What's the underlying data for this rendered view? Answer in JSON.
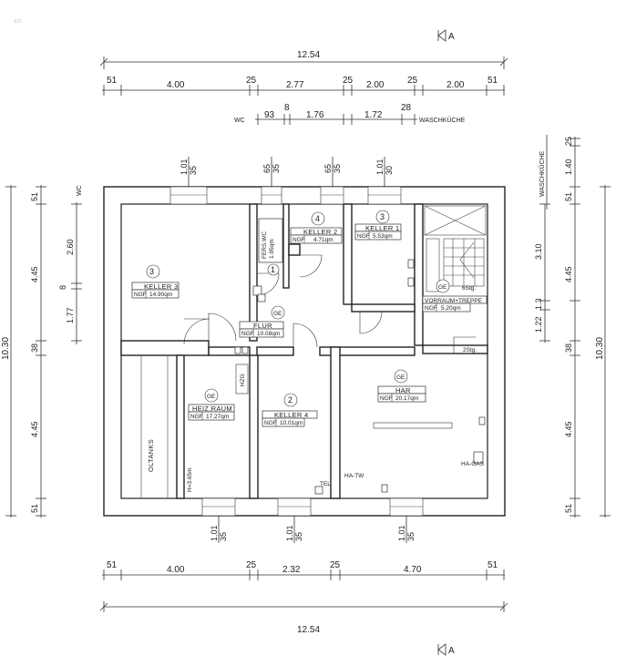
{
  "logo": "ETI",
  "section_mark": "A",
  "dims": {
    "top_total": "12.54",
    "top_row": [
      "51",
      "4.00",
      "25",
      "2.77",
      "25",
      "2.00",
      "25",
      "2.00",
      "51"
    ],
    "wc_row": {
      "wc": "WC",
      "a": "93",
      "b": "8",
      "c": "1.76",
      "d": "1.72",
      "e": "28",
      "wasch": "WASCHKÜCHE"
    },
    "bottom_row": [
      "51",
      "4.00",
      "25",
      "2.32",
      "25",
      "4.70",
      "51"
    ],
    "bottom_total": "12.54",
    "left_outer": "10.30",
    "left_inner": [
      "51",
      "4.45",
      "38",
      "4.45",
      "51"
    ],
    "left_wc": {
      "wc": "WC",
      "a": "2.60",
      "b": "8",
      "c": "1.77"
    },
    "right_outer": "10.30",
    "right_inner": [
      "25",
      "1.40",
      "51",
      "3.10",
      "1.3",
      "1.22",
      "4.45",
      "38",
      "4.45",
      "51"
    ],
    "right_wasch": "WASCHKÜCHE",
    "window_top": [
      [
        "1.01",
        "35"
      ],
      [
        "65",
        "35"
      ],
      [
        "65",
        "35"
      ],
      [
        "1.01",
        "30"
      ]
    ],
    "window_bottom": [
      [
        "1.01",
        "35"
      ],
      [
        "1.01",
        "35"
      ],
      [
        "1.01",
        "35"
      ]
    ]
  },
  "rooms": {
    "keller3": {
      "num": "3",
      "name": "KELLER 3",
      "ngf": "NGF",
      "area": "14.90qm"
    },
    "wc": {
      "num": "1",
      "name": "FERS.WC",
      "area": "1.95qm"
    },
    "keller2": {
      "num": "4",
      "name": "KELLER 2",
      "ngf": "NGF",
      "area": "4.71qm"
    },
    "keller1": {
      "num": "3",
      "name": "KELLER 1",
      "ngf": "NGF",
      "area": "5.53qm"
    },
    "vorraum": {
      "num": "GE",
      "name": "VORRAUM+TREPPE",
      "ngf": "NGF",
      "area": "5.20qm",
      "steps": "6Stg."
    },
    "flur": {
      "num": "GE",
      "name": "FLUR",
      "ngf": "NGF",
      "area": "10.08qm"
    },
    "heizraum": {
      "num": "GE",
      "name": "HEIZ.RAUM",
      "ngf": "NGF",
      "area": "17.27qm",
      "height": "H=3.65m",
      "tanks": "OLTANKS",
      "hzg": "HZG"
    },
    "keller4": {
      "num": "2",
      "name": "KELLER 4",
      "ngf": "NGF",
      "area": "10.01qm",
      "tel": "TEL"
    },
    "har": {
      "num": "GE",
      "name": "HAR",
      "ngf": "NGF",
      "area": "20.17qm",
      "steps": "2Stg.",
      "hatw": "HA-TW",
      "hagas": "HA-GAS"
    }
  }
}
